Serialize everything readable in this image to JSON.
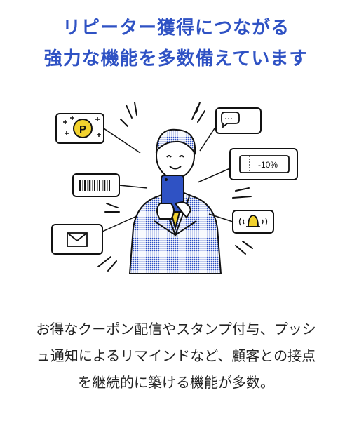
{
  "headline": {
    "line1": "リピーター獲得につながる",
    "line2": "強力な機能を多数備えています"
  },
  "illustration": {
    "point_badge_letter": "P",
    "coupon_text": "-10%",
    "chat_text": "···",
    "accent_color": "#2f52c4",
    "highlight_color": "#f2d22e",
    "icons": [
      "point-card-icon",
      "chat-bubble-icon",
      "coupon-icon",
      "barcode-icon",
      "bell-icon",
      "mail-icon"
    ]
  },
  "body": {
    "line1": "お得なクーポン配信やスタンプ付与、プッシ",
    "line2": "ュ通知によるリマインドなど、顧客との接点",
    "line3": "を継続的に築ける機能が多数。"
  }
}
